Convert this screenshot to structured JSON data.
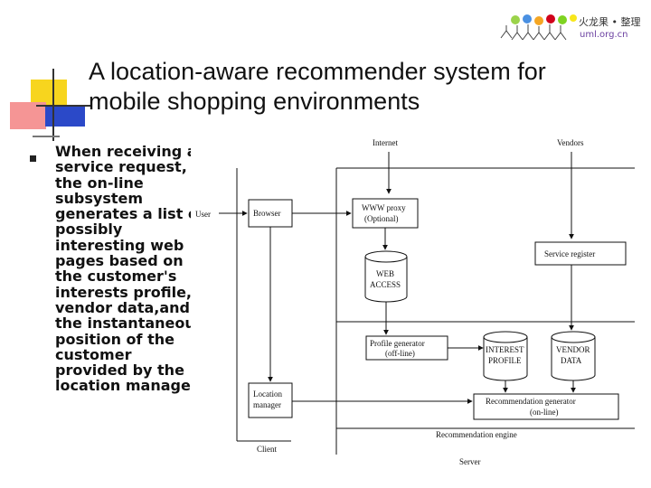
{
  "slide": {
    "title_lines": [
      "A location-aware recommender system for",
      "mobile shopping environments"
    ],
    "bullet_lines": [
      "When receiving a",
      "service request,",
      "the on-line",
      "subsystem",
      "generates a list of",
      "possibly",
      "interesting web",
      "pages based on",
      "the customer's",
      "interests profile,",
      "vendor data,and",
      "the instantaneous",
      "position of the",
      "customer",
      "provided by the",
      "location manager"
    ]
  },
  "logo": {
    "cn_text": "火龙果 • 整理",
    "url": "uml.org.cn"
  },
  "diagram": {
    "labels": {
      "internet": "Internet",
      "vendors": "Vendors",
      "user": "User",
      "browser": "Browser",
      "www_proxy_1": "WWW proxy",
      "www_proxy_2": "(Optional)",
      "service_register": "Service register",
      "web_access_1": "WEB",
      "web_access_2": "ACCESS",
      "profile_gen_1": "Profile generator",
      "profile_gen_2": "(off-line)",
      "interest_1": "INTEREST",
      "interest_2": "PROFILE",
      "vendor_data_1": "VENDOR",
      "vendor_data_2": "DATA",
      "location_1": "Location",
      "location_2": "manager",
      "rec_gen_1": "Recommendation generator",
      "rec_gen_2": "(on-line)",
      "client": "Client",
      "rec_engine": "Recommendation engine",
      "server": "Server"
    }
  },
  "colors": {
    "yellow": "#f7d51e",
    "red": "#f26b6b",
    "blue": "#2b49c8",
    "line": "#111111"
  }
}
